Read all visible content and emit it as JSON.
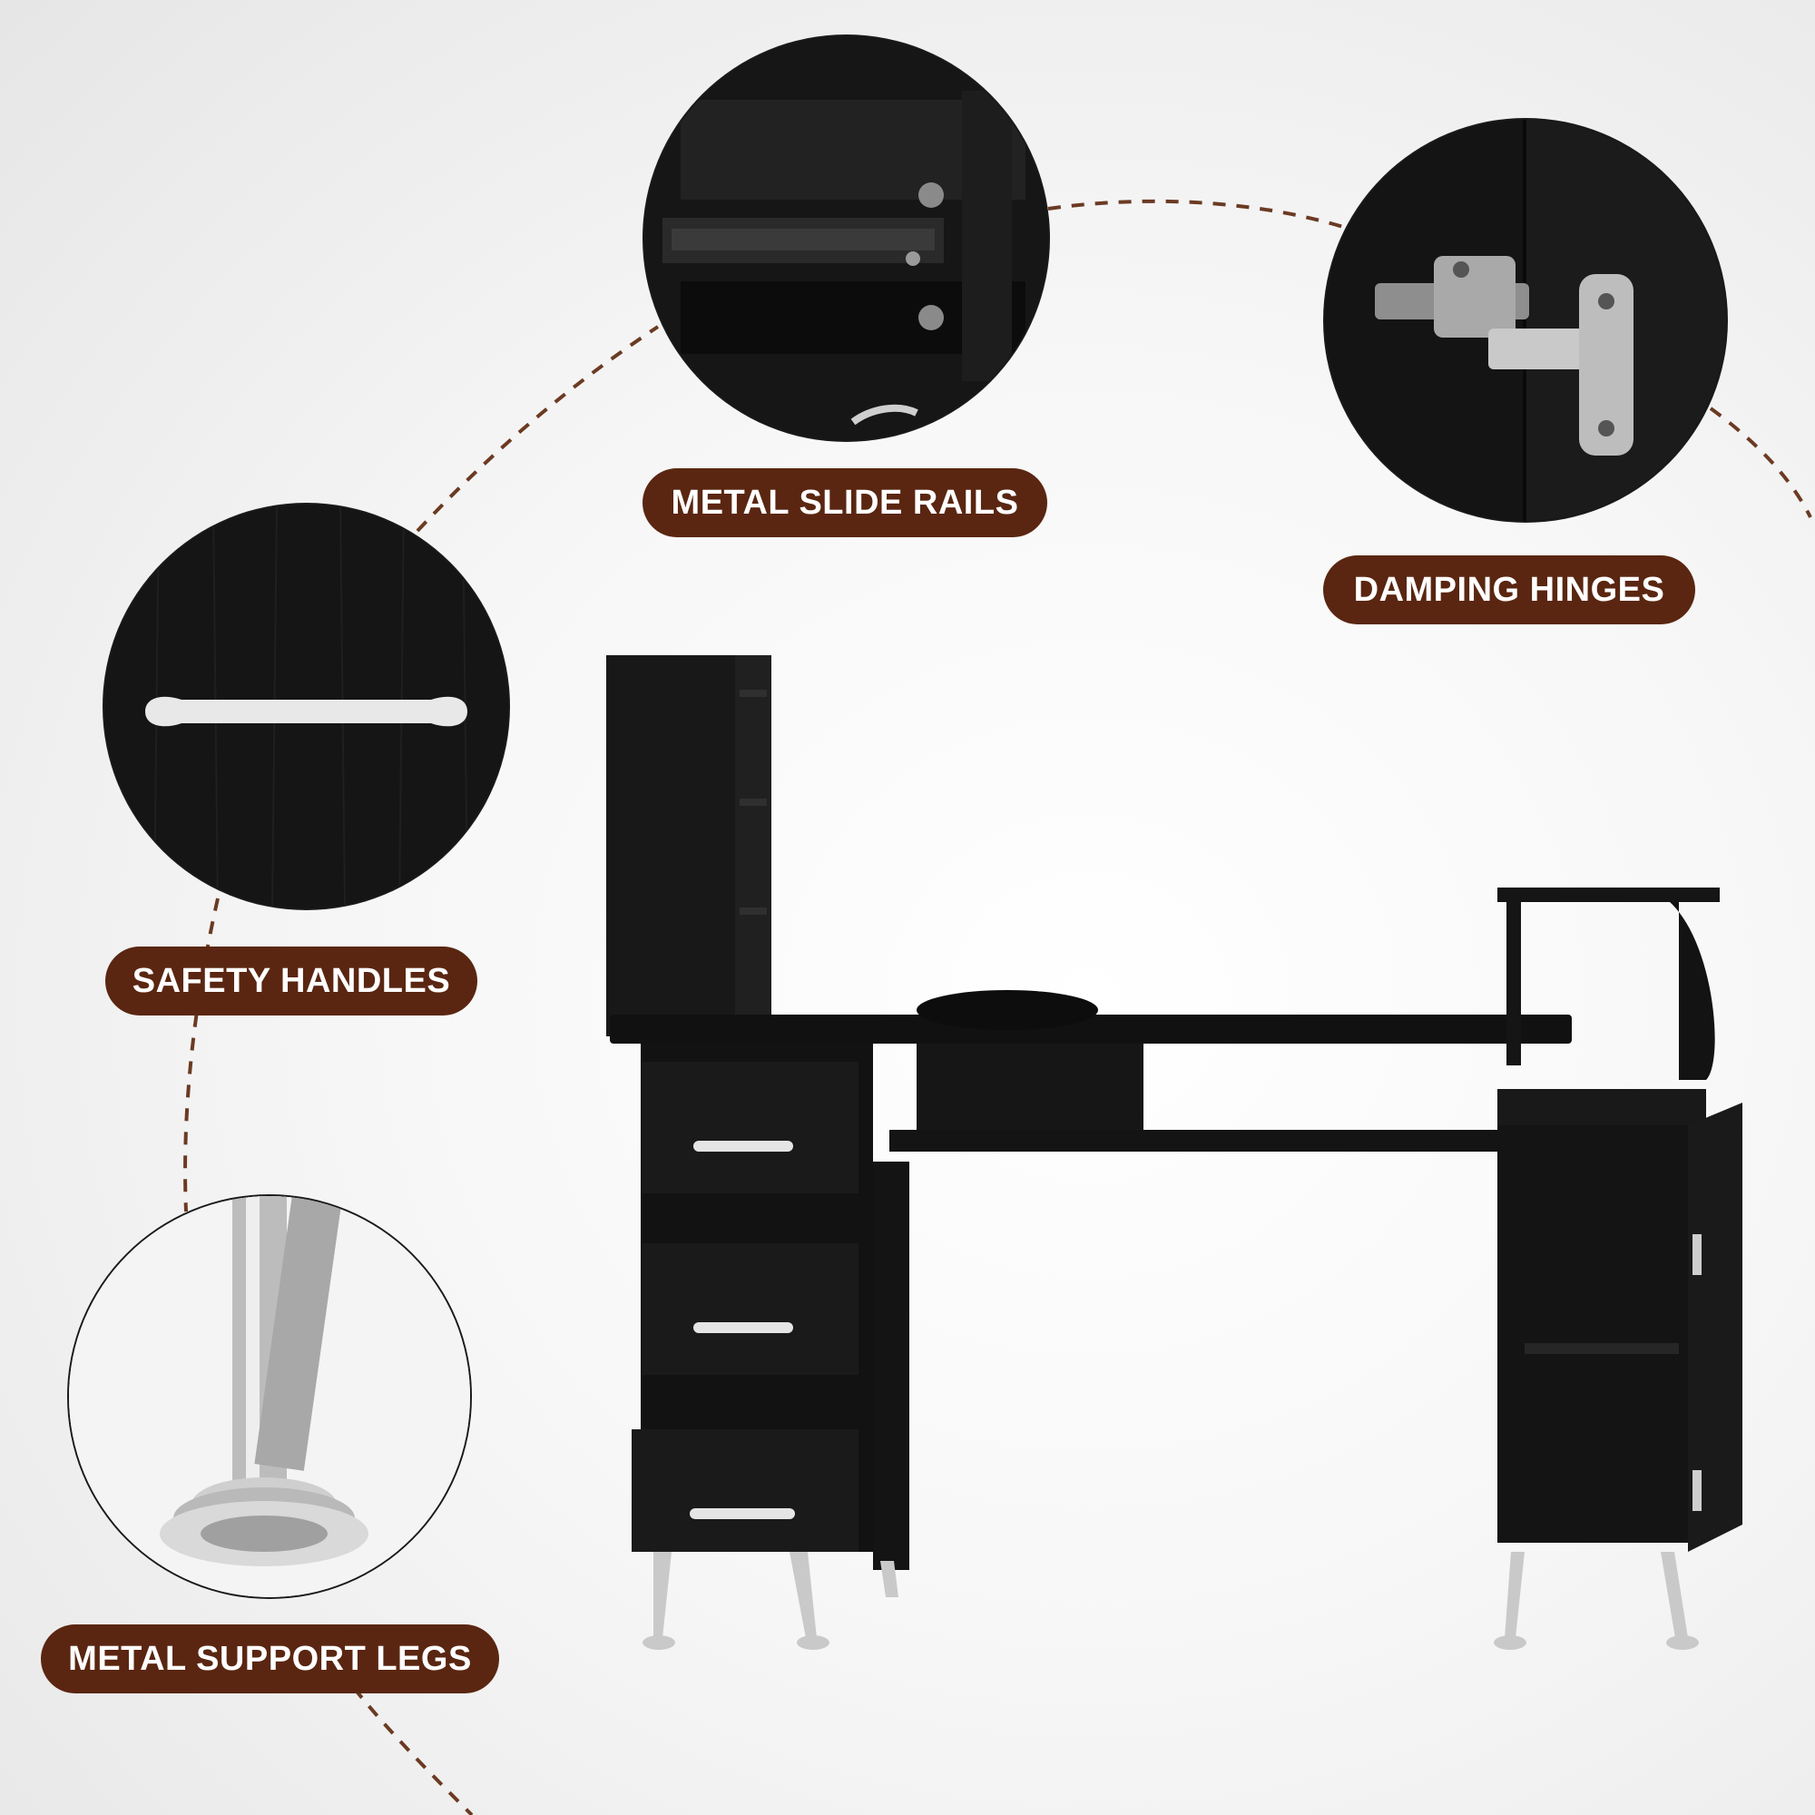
{
  "colors": {
    "pill_background": "#5a2611",
    "pill_text": "#ffffff",
    "dashed_arc": "#6b3a22",
    "product": "#151515",
    "metal": "#c9c9c9"
  },
  "features": [
    {
      "id": "slide-rails",
      "label": "METAL SLIDE RAILS",
      "icon": "drawer-slide-rail-closeup"
    },
    {
      "id": "hinges",
      "label": "DAMPING HINGES",
      "icon": "hinge-closeup"
    },
    {
      "id": "handles",
      "label": "SAFETY HANDLES",
      "icon": "drawer-handle-closeup"
    },
    {
      "id": "legs",
      "label": "METAL SUPPORT LEGS",
      "icon": "chrome-leg-closeup"
    }
  ],
  "product": {
    "name": "manicure-table",
    "drawers": 3,
    "cabinet_doors": 1
  }
}
